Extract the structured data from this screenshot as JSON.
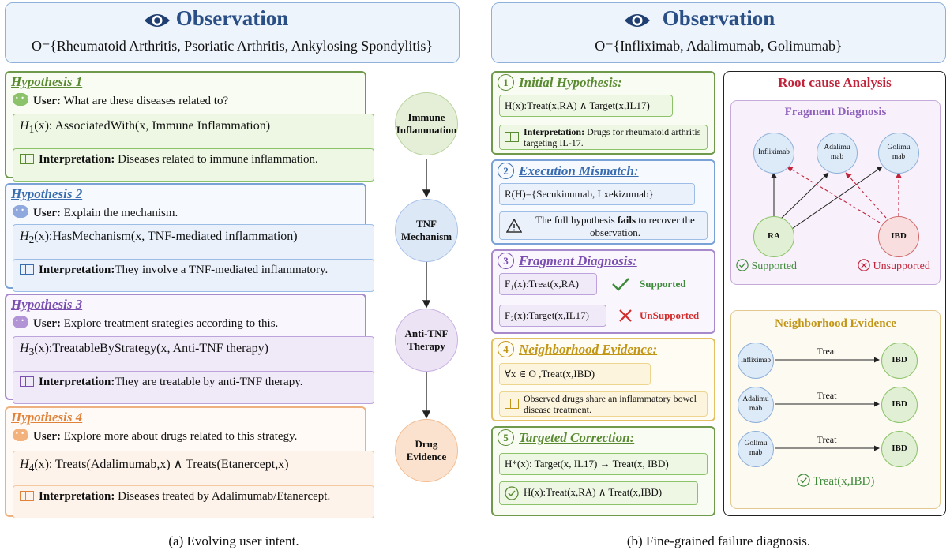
{
  "left": {
    "observation": {
      "title": "Observation",
      "set": "O={Rheumatoid Arthritis, Psoriatic Arthritis, Ankylosing Spondylitis}"
    },
    "hypotheses": [
      {
        "title": "Hypothesis 1",
        "user_label": "User:",
        "user_text": " What are these diseases related to?",
        "formula_sym": "H",
        "formula_sub": "1",
        "formula_rest": "(x):  AssociatedWith(x, Immune Inflammation)",
        "interp_label": "Interpretation:",
        "interp_text": " Diseases related to immune inflammation."
      },
      {
        "title": "Hypothesis 2",
        "user_label": "User:",
        "user_text": " Explain the mechanism.",
        "formula_sym": "H",
        "formula_sub": "2",
        "formula_rest": "(x):HasMechanism(x, TNF-mediated inflammation)",
        "interp_label": "Interpretation:",
        "interp_text": "They involve a TNF-mediated inflammatory."
      },
      {
        "title": "Hypothesis 3",
        "user_label": "User:",
        "user_text": " Explore treatment srategies according to this.",
        "formula_sym": "H",
        "formula_sub": "3",
        "formula_rest": "(x):TreatableByStrategy(x, Anti-TNF therapy)",
        "interp_label": "Interpretation:",
        "interp_text": "They are treatable by anti-TNF therapy."
      },
      {
        "title": "Hypothesis 4",
        "user_label": "User:",
        "user_text": " Explore more about drugs related to this strategy.",
        "formula_sym": "H",
        "formula_sub": "4",
        "formula_rest": "(x): Treats(Adalimumab,x) ∧ Treats(Etanercept,x)",
        "interp_label": "Interpretation:",
        "interp_text": " Diseases treated by Adalimumab/Etanercept."
      }
    ],
    "chain": [
      "Immune Inflammation",
      "TNF Mechanism",
      "Anti-TNF Therapy",
      "Drug Evidence"
    ],
    "caption": "(a) Evolving user intent."
  },
  "right": {
    "observation": {
      "title": "Observation",
      "set": "O={Infliximab, Adalimumab, Golimumab}"
    },
    "steps": {
      "s1": {
        "num": "1",
        "title": "Initial Hypothesis:",
        "formula": "H(x):Treat(x,RA) ∧ Target(x,IL17)",
        "interp_label": "Interpretation:",
        "interp_text": " Drugs for rheumatoid arthritis targeting IL-17."
      },
      "s2": {
        "num": "2",
        "title": "Execution Mismatch:",
        "result": "R(H)={Secukinumab, Lxekizumab}",
        "warn_pre": "The full hypothesis ",
        "warn_bold": "fails",
        "warn_post": " to recover the observation."
      },
      "s3": {
        "num": "3",
        "title": "Fragment Diagnosis:",
        "f1": "F₁(x):Treat(x,RA)",
        "f1_status": "Supported",
        "f2": "F₂(x):Target(x,IL17)",
        "f2_status": "UnSupported"
      },
      "s4": {
        "num": "4",
        "title": "Neighborhood Evidence:",
        "formula": "∀x ∈ O ,Treat(x,IBD)",
        "interp": "Observed drugs share an inflammatory bowel disease treatment."
      },
      "s5": {
        "num": "5",
        "title": "Targeted Correction:",
        "correction": "H*(x): Target(x, IL17) → Treat(x, IBD)",
        "final": "H(x):Treat(x,RA) ∧ Treat(x,IBD)"
      }
    },
    "rca": {
      "title": "Root cause Analysis",
      "fragment": {
        "title": "Fragment Diagnosis",
        "drugs": [
          "Infliximab",
          "Adalimu mab",
          "Golimu mab"
        ],
        "ra": "RA",
        "ibd": "IBD",
        "supported": "Supported",
        "unsupported": "Unsupported"
      },
      "neighborhood": {
        "title": "Neighborhood Evidence",
        "drugs": [
          "Infliximab",
          "Adalimu mab",
          "Golimu mab"
        ],
        "edge": "Treat",
        "target": "IBD",
        "conclusion": "Treat(x,IBD)"
      }
    },
    "caption": "(b) Fine-grained failure diagnosis."
  }
}
